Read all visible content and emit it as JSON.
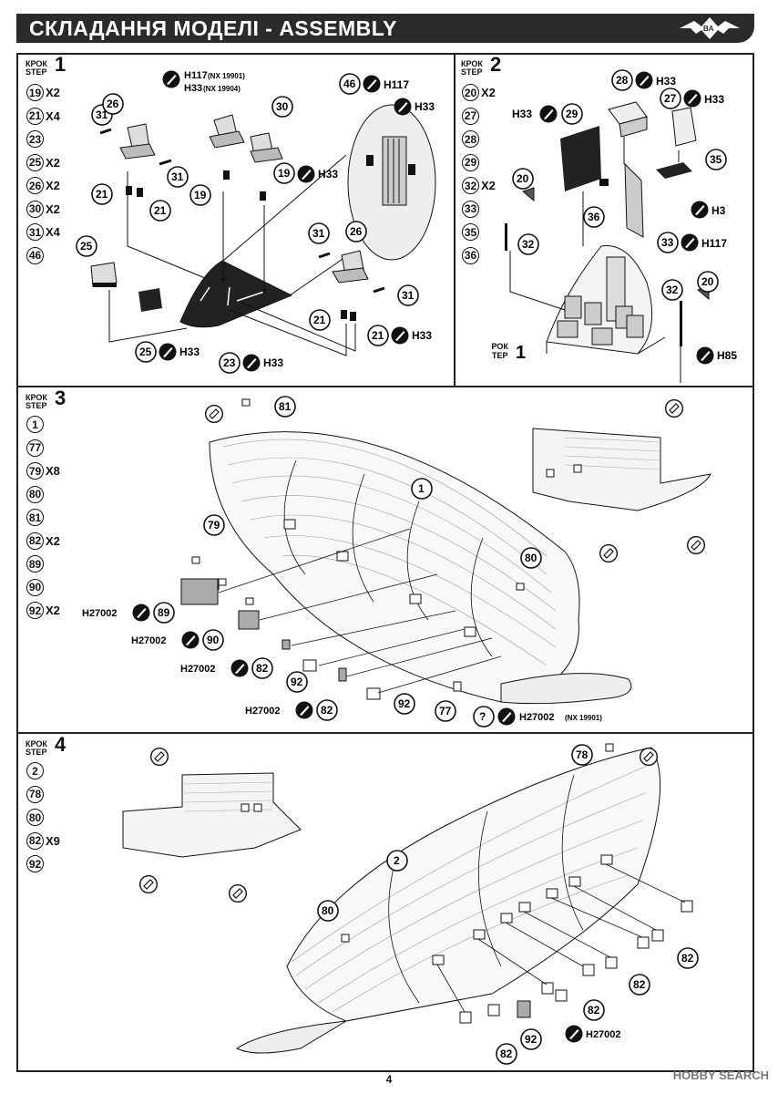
{
  "header": {
    "title": "СКЛАДАННЯ МОДЕЛІ - ASSEMBLY"
  },
  "step_word_uk": "КРОК",
  "step_word_en": "STEP",
  "steps": [
    {
      "num": "1",
      "parts": [
        {
          "n": "19",
          "q": "X2"
        },
        {
          "n": "21",
          "q": "X4"
        },
        {
          "n": "23",
          "q": ""
        },
        {
          "n": "25",
          "q": "X2"
        },
        {
          "n": "26",
          "q": "X2"
        },
        {
          "n": "30",
          "q": "X2"
        },
        {
          "n": "31",
          "q": "X4"
        },
        {
          "n": "46",
          "q": ""
        }
      ]
    },
    {
      "num": "2",
      "parts": [
        {
          "n": "20",
          "q": "X2"
        },
        {
          "n": "27",
          "q": ""
        },
        {
          "n": "28",
          "q": ""
        },
        {
          "n": "29",
          "q": ""
        },
        {
          "n": "32",
          "q": "X2"
        },
        {
          "n": "33",
          "q": ""
        },
        {
          "n": "35",
          "q": ""
        },
        {
          "n": "36",
          "q": ""
        }
      ]
    },
    {
      "num": "3",
      "parts": [
        {
          "n": "1",
          "q": ""
        },
        {
          "n": "77",
          "q": ""
        },
        {
          "n": "79",
          "q": "X8"
        },
        {
          "n": "80",
          "q": ""
        },
        {
          "n": "81",
          "q": ""
        },
        {
          "n": "82",
          "q": "X2"
        },
        {
          "n": "89",
          "q": ""
        },
        {
          "n": "90",
          "q": ""
        },
        {
          "n": "92",
          "q": "X2"
        }
      ]
    },
    {
      "num": "4",
      "parts": [
        {
          "n": "2",
          "q": ""
        },
        {
          "n": "78",
          "q": ""
        },
        {
          "n": "80",
          "q": ""
        },
        {
          "n": "82",
          "q": "X9"
        },
        {
          "n": "92",
          "q": ""
        }
      ]
    }
  ],
  "step1": {
    "paint_h117_nx": "H117",
    "paint_h117_sub": "(NX 19901)",
    "paint_h33_nx": "H33",
    "paint_h33_sub": "(NX 19904)",
    "h33": "H33",
    "h117": "H117"
  },
  "step2": {
    "h33": "H33",
    "h3": "H3",
    "h117": "H117",
    "h85": "H85",
    "ref_step": "1"
  },
  "step3": {
    "h27002": "H27002",
    "nx": "(NX 19901)",
    "question": "?"
  },
  "step4": {
    "h27002": "H27002"
  },
  "footer": {
    "page": "4",
    "watermark": "HOBBY SEARCH"
  }
}
